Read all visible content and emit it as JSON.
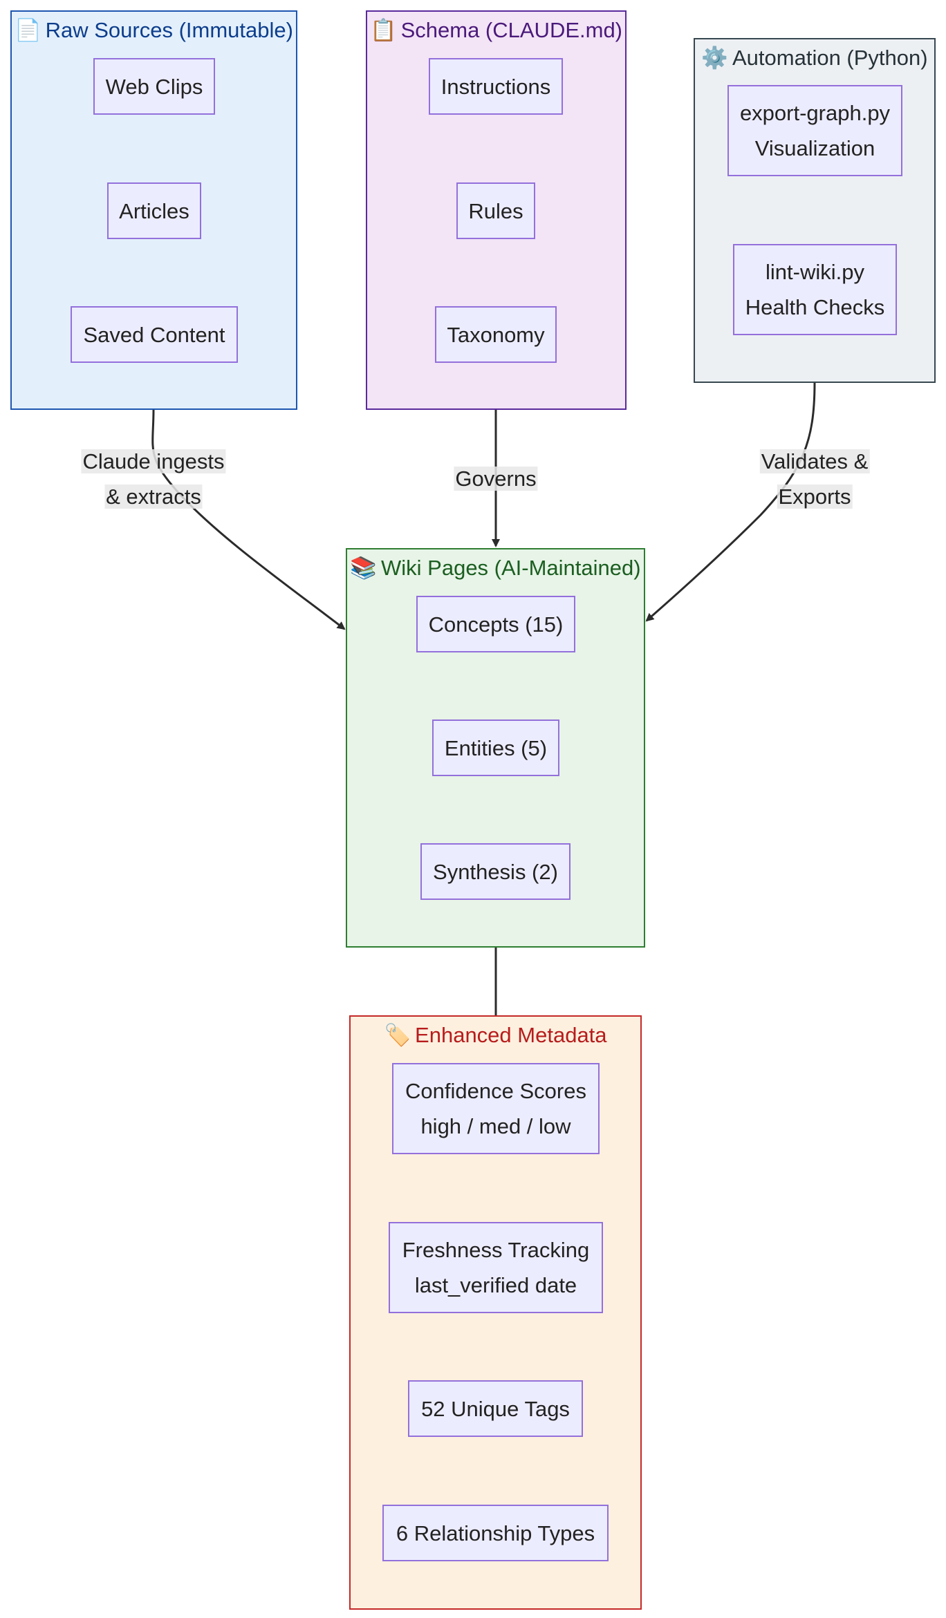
{
  "groups": {
    "raw": {
      "emoji": "📄",
      "title": "Raw Sources (Immutable)",
      "nodes": [
        "Web Clips",
        "Articles",
        "Saved Content"
      ]
    },
    "schema": {
      "emoji": "📋",
      "title": "Schema (CLAUDE.md)",
      "nodes": [
        "Instructions",
        "Rules",
        "Taxonomy"
      ]
    },
    "automation": {
      "emoji": "⚙️",
      "title": "Automation (Python)",
      "nodes": [
        {
          "line1": "export-graph.py",
          "line2": "Visualization"
        },
        {
          "line1": "lint-wiki.py",
          "line2": "Health Checks"
        }
      ]
    },
    "wiki": {
      "emoji": "📚",
      "title": "Wiki Pages (AI-Maintained)",
      "nodes": [
        "Concepts (15)",
        "Entities (5)",
        "Synthesis (2)"
      ]
    },
    "metadata": {
      "emoji": "🏷️",
      "title": "Enhanced Metadata",
      "nodes": [
        {
          "line1": "Confidence Scores",
          "line2": "high / med / low"
        },
        {
          "line1": "Freshness Tracking",
          "line2": "last_verified date"
        },
        {
          "line1": "52 Unique Tags",
          "line2": ""
        },
        {
          "line1": "6 Relationship Types",
          "line2": ""
        }
      ]
    }
  },
  "edges": [
    {
      "from": "raw",
      "to": "wiki",
      "label_line1": "Claude ingests",
      "label_line2": "& extracts"
    },
    {
      "from": "schema",
      "to": "wiki",
      "label_line1": "Governs",
      "label_line2": ""
    },
    {
      "from": "automation",
      "to": "wiki",
      "label_line1": "Validates &",
      "label_line2": "Exports"
    },
    {
      "from": "wiki",
      "to": "metadata",
      "label_line1": "",
      "label_line2": ""
    }
  ],
  "colors": {
    "node_fill": "#ececff",
    "node_border": "#9370db",
    "edge": "#2b2b2b",
    "edge_label_bg": "#e8e8e8"
  }
}
